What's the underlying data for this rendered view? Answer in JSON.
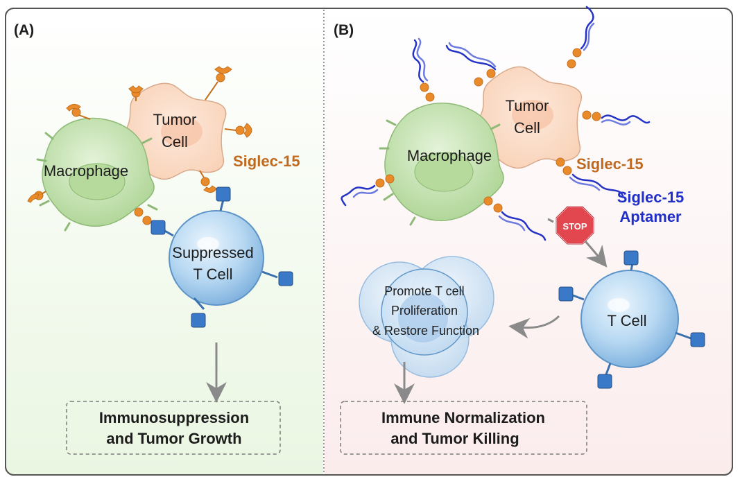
{
  "panels": {
    "a": {
      "label": "(A)",
      "tumor_cell": [
        "Tumor",
        "Cell"
      ],
      "macrophage": "Macrophage",
      "siglec15": "Siglec-15",
      "t_cell": [
        "Suppressed",
        "T Cell"
      ],
      "outcome": [
        "Immunosuppression",
        "and Tumor Growth"
      ],
      "background_color": "#eef8e8"
    },
    "b": {
      "label": "(B)",
      "tumor_cell": [
        "Tumor",
        "Cell"
      ],
      "macrophage": "Macrophage",
      "siglec15": "Siglec-15",
      "aptamer": [
        "Siglec-15",
        "Aptamer"
      ],
      "stop_sign": "STOP",
      "t_cell": "T Cell",
      "proliferation": [
        "Promote T cell",
        "Proliferation",
        "& Restore Function"
      ],
      "outcome": [
        "Immune Normalization",
        "and Tumor Killing"
      ],
      "background_color": "#fbeeee"
    }
  },
  "colors": {
    "siglec15_text": "#c06a1f",
    "aptamer_text": "#1f2fc8",
    "receptor_orange": "#e98a2b",
    "receptor_blue": "#3a78c8",
    "dna_blue": "#2433c6",
    "tumor_fill": "#fbdac4",
    "macrophage_fill": "#c6e3b3",
    "tcell_fill": "#a9cfee",
    "stop_red": "#e2464e",
    "arrow_gray": "#8a8a8a"
  }
}
